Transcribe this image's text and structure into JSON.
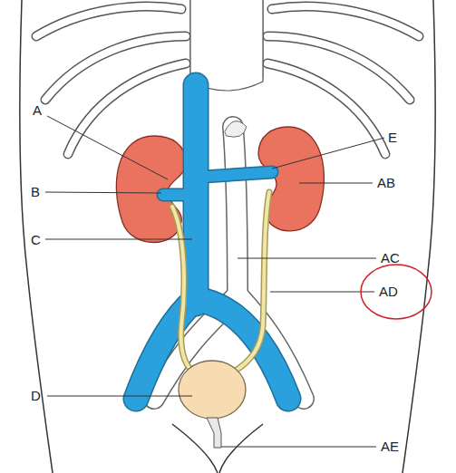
{
  "diagram": {
    "labels": [
      "A",
      "B",
      "C",
      "D",
      "E",
      "AB",
      "AC",
      "AD",
      "AE"
    ]
  }
}
